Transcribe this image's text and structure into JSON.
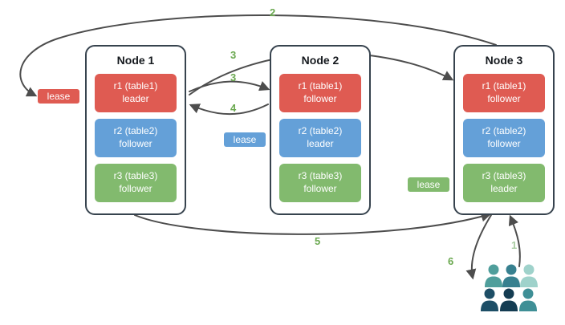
{
  "diagram": {
    "nodes": [
      {
        "title": "Node 1",
        "replicas": [
          {
            "line1": "r1 (table1)",
            "line2": "leader",
            "color": "red"
          },
          {
            "line1": "r2 (table2)",
            "line2": "follower",
            "color": "blue"
          },
          {
            "line1": "r3 (table3)",
            "line2": "follower",
            "color": "green"
          }
        ]
      },
      {
        "title": "Node 2",
        "replicas": [
          {
            "line1": "r1 (table1)",
            "line2": "follower",
            "color": "red"
          },
          {
            "line1": "r2 (table2)",
            "line2": "leader",
            "color": "blue"
          },
          {
            "line1": "r3 (table3)",
            "line2": "follower",
            "color": "green"
          }
        ]
      },
      {
        "title": "Node 3",
        "replicas": [
          {
            "line1": "r1 (table1)",
            "line2": "follower",
            "color": "red"
          },
          {
            "line1": "r2 (table2)",
            "line2": "follower",
            "color": "blue"
          },
          {
            "line1": "r3 (table3)",
            "line2": "leader",
            "color": "green"
          }
        ]
      }
    ],
    "leases": [
      {
        "label": "lease",
        "color": "red"
      },
      {
        "label": "lease",
        "color": "blue"
      },
      {
        "label": "lease",
        "color": "green"
      }
    ],
    "steps": {
      "s1": "1",
      "s2": "2",
      "s3a": "3",
      "s3b": "3",
      "s4": "4",
      "s5": "5",
      "s6": "6"
    },
    "colors": {
      "red": "#df5b52",
      "blue": "#64a0d8",
      "green": "#82ba6e",
      "step_green": "#6aa84f",
      "step_light_green": "#a7cba0",
      "arrow": "#4d4d4d",
      "node_border": "#37434e"
    },
    "icons": [
      "users-icon"
    ]
  }
}
